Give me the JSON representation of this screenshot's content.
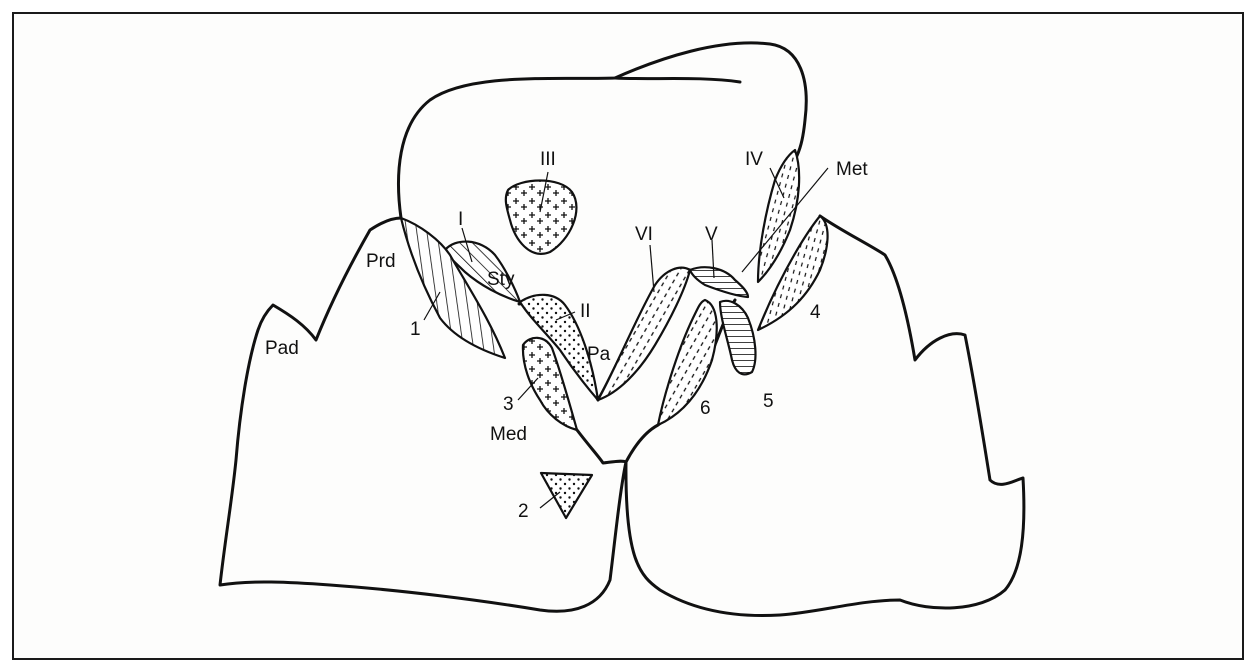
{
  "diagram": {
    "labels": {
      "III": "III",
      "I": "I",
      "IV": "IV",
      "Met": "Met",
      "VI": "VI",
      "V": "V",
      "Prd": "Prd",
      "Sty": "Sty",
      "II": "II",
      "Pa": "Pa",
      "Pad": "Pad",
      "n1": "1",
      "n3": "3",
      "Med": "Med",
      "n4": "4",
      "n5": "5",
      "n6": "6",
      "n2": "2"
    },
    "facet_patterns": {
      "I": "diagonal-hatch",
      "1": "vertical-hatch",
      "II": "dots",
      "2": "dots",
      "III": "crosses",
      "3": "crosses",
      "IV": "dashes",
      "4": "dashes",
      "V": "horizontal-hatch",
      "5": "horizontal-hatch",
      "VI": "diagonal-dashes",
      "6": "diagonal-dashes"
    }
  }
}
